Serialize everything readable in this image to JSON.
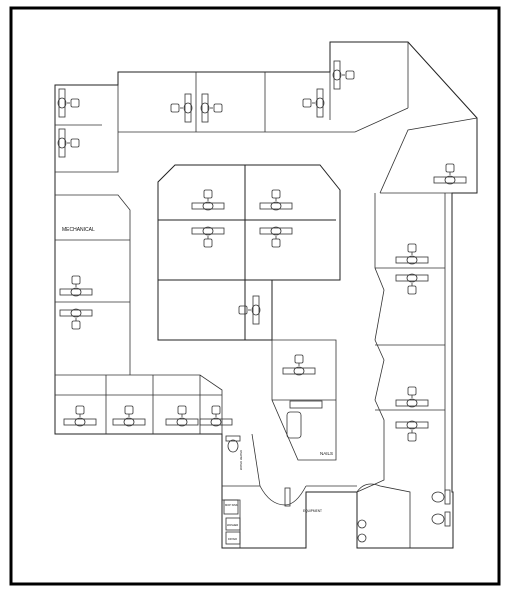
{
  "rooms": {
    "mechanical": "MECHANICAL",
    "nails": "NAILS",
    "equipment": "EQUIPMENT",
    "mop_sink": "MOP SINK",
    "washer": "WASHER",
    "dryer": "DRYER",
    "water_heater": "WATER HEATER"
  },
  "colors": {
    "wall": "#222222",
    "fixture": "#333333",
    "background": "#ffffff"
  }
}
